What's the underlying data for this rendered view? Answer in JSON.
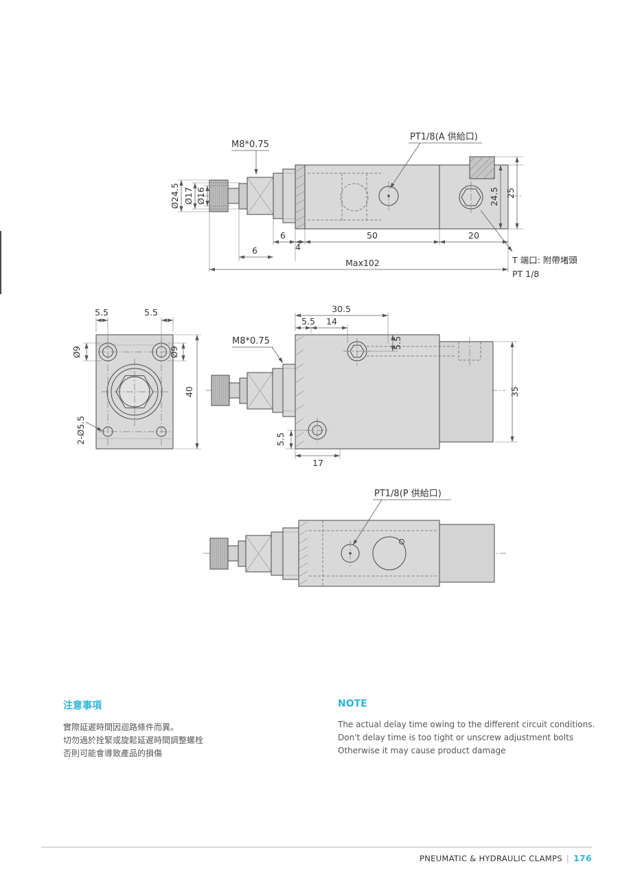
{
  "page": {
    "accent": "#2fb4d8",
    "footer": {
      "title": "PNEUMATIC & HYDRAULIC CLAMPS",
      "sep": "|",
      "num": "176"
    }
  },
  "top_view": {
    "thread": "M8*0.75",
    "port": "PT1/8(A 供給口)",
    "note1": "T 端口: 附帶堵頭",
    "note2": "PT 1/8",
    "dia_knob": "Ø24.5",
    "dia_17": "Ø17",
    "dia_16": "Ø16",
    "h_inner": "24.5",
    "h_outer": "25",
    "len_hex": "6",
    "len_flange": "4",
    "len_body": "50",
    "len_end": "20",
    "len_collar": "6",
    "len_max": "Max102"
  },
  "front_view": {
    "off_left": "5.5",
    "off_right": "5.5",
    "dia_cb_left": "Ø9",
    "dia_cb_right": "Ø9",
    "height": "40",
    "thru_holes": "2-Ø5.5"
  },
  "side_view": {
    "thread": "M8*0.75",
    "w_total": "30.5",
    "w_edge": "5.5",
    "w_hole": "14",
    "h_top": "5.5",
    "h_block": "35",
    "h_bottom": "5.5",
    "w_bottom": "17"
  },
  "bottom_view": {
    "port": "PT1/8(P 供給口)"
  },
  "notes": {
    "zh_title": "注意事項",
    "zh_lines": [
      "實際延遲時間因迴路條件而異。",
      "切勿過於拴緊或旋鬆延遲時間調整螺栓",
      "否則可能會導致產品的損傷"
    ],
    "en_title": "NOTE",
    "en_lines": [
      "The actual delay time owing to the different circuit conditions.",
      "Don't delay time is too tight or unscrew adjustment bolts",
      "Otherwise it may cause product damage"
    ]
  }
}
